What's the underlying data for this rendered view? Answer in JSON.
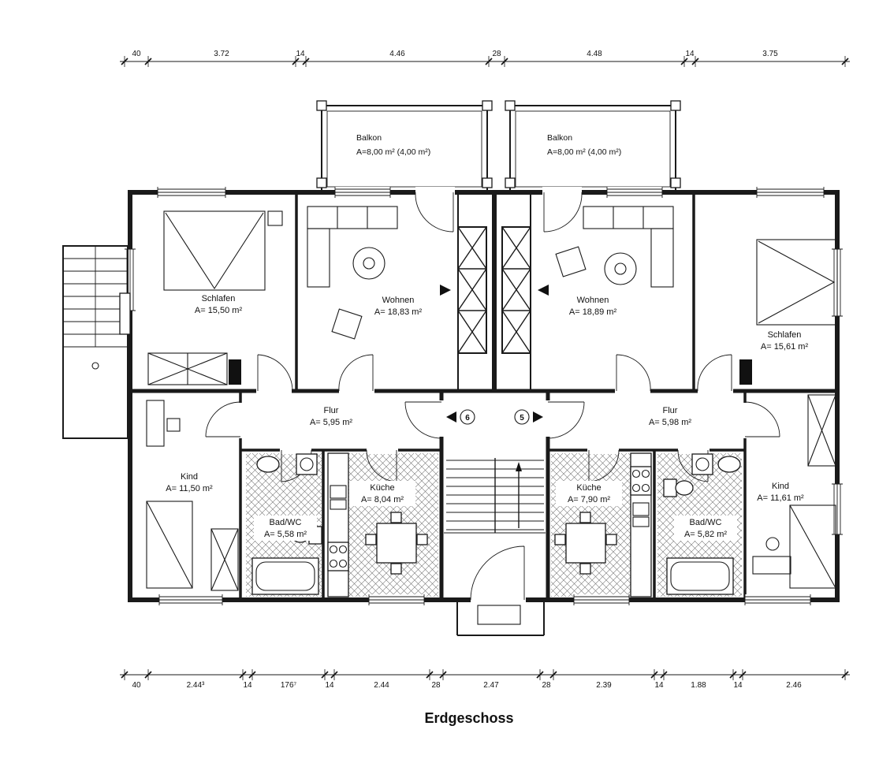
{
  "title": "Erdgeschoss",
  "rooms": {
    "balkon_left": {
      "name": "Balkon",
      "area": "A=8,00 m² (4,00 m²)"
    },
    "balkon_right": {
      "name": "Balkon",
      "area": "A=8,00 m² (4,00 m²)"
    },
    "schlafen_left": {
      "name": "Schlafen",
      "area": "A= 15,50 m²"
    },
    "wohnen_left": {
      "name": "Wohnen",
      "area": "A= 18,83 m²"
    },
    "wohnen_right": {
      "name": "Wohnen",
      "area": "A= 18,89 m²"
    },
    "schlafen_right": {
      "name": "Schlafen",
      "area": "A= 15,61 m²"
    },
    "flur_left": {
      "name": "Flur",
      "area": "A= 5,95 m²"
    },
    "flur_right": {
      "name": "Flur",
      "area": "A= 5,98 m²"
    },
    "kind_left": {
      "name": "Kind",
      "area": "A= 11,50 m²"
    },
    "kind_right": {
      "name": "Kind",
      "area": "A= 11,61 m²"
    },
    "bad_left": {
      "name": "Bad/WC",
      "area": "A= 5,58 m²"
    },
    "bad_right": {
      "name": "Bad/WC",
      "area": "A= 5,82 m²"
    },
    "kueche_left": {
      "name": "Küche",
      "area": "A= 8,04 m²"
    },
    "kueche_right": {
      "name": "Küche",
      "area": "A= 7,90 m²"
    }
  },
  "unit_markers": {
    "left": "6",
    "right": "5"
  },
  "dims_top": [
    "40",
    "3.72",
    "14",
    "4.46",
    "28",
    "4.48",
    "14",
    "3.75"
  ],
  "dims_bottom": [
    "40",
    "2.44³",
    "14",
    "176⁷",
    "14",
    "2.44",
    "28",
    "2.47",
    "28",
    "2.39",
    "14",
    "1.88",
    "14",
    "2.46"
  ],
  "colors": {
    "ink": "#1a1a1a",
    "paper": "#ffffff"
  }
}
